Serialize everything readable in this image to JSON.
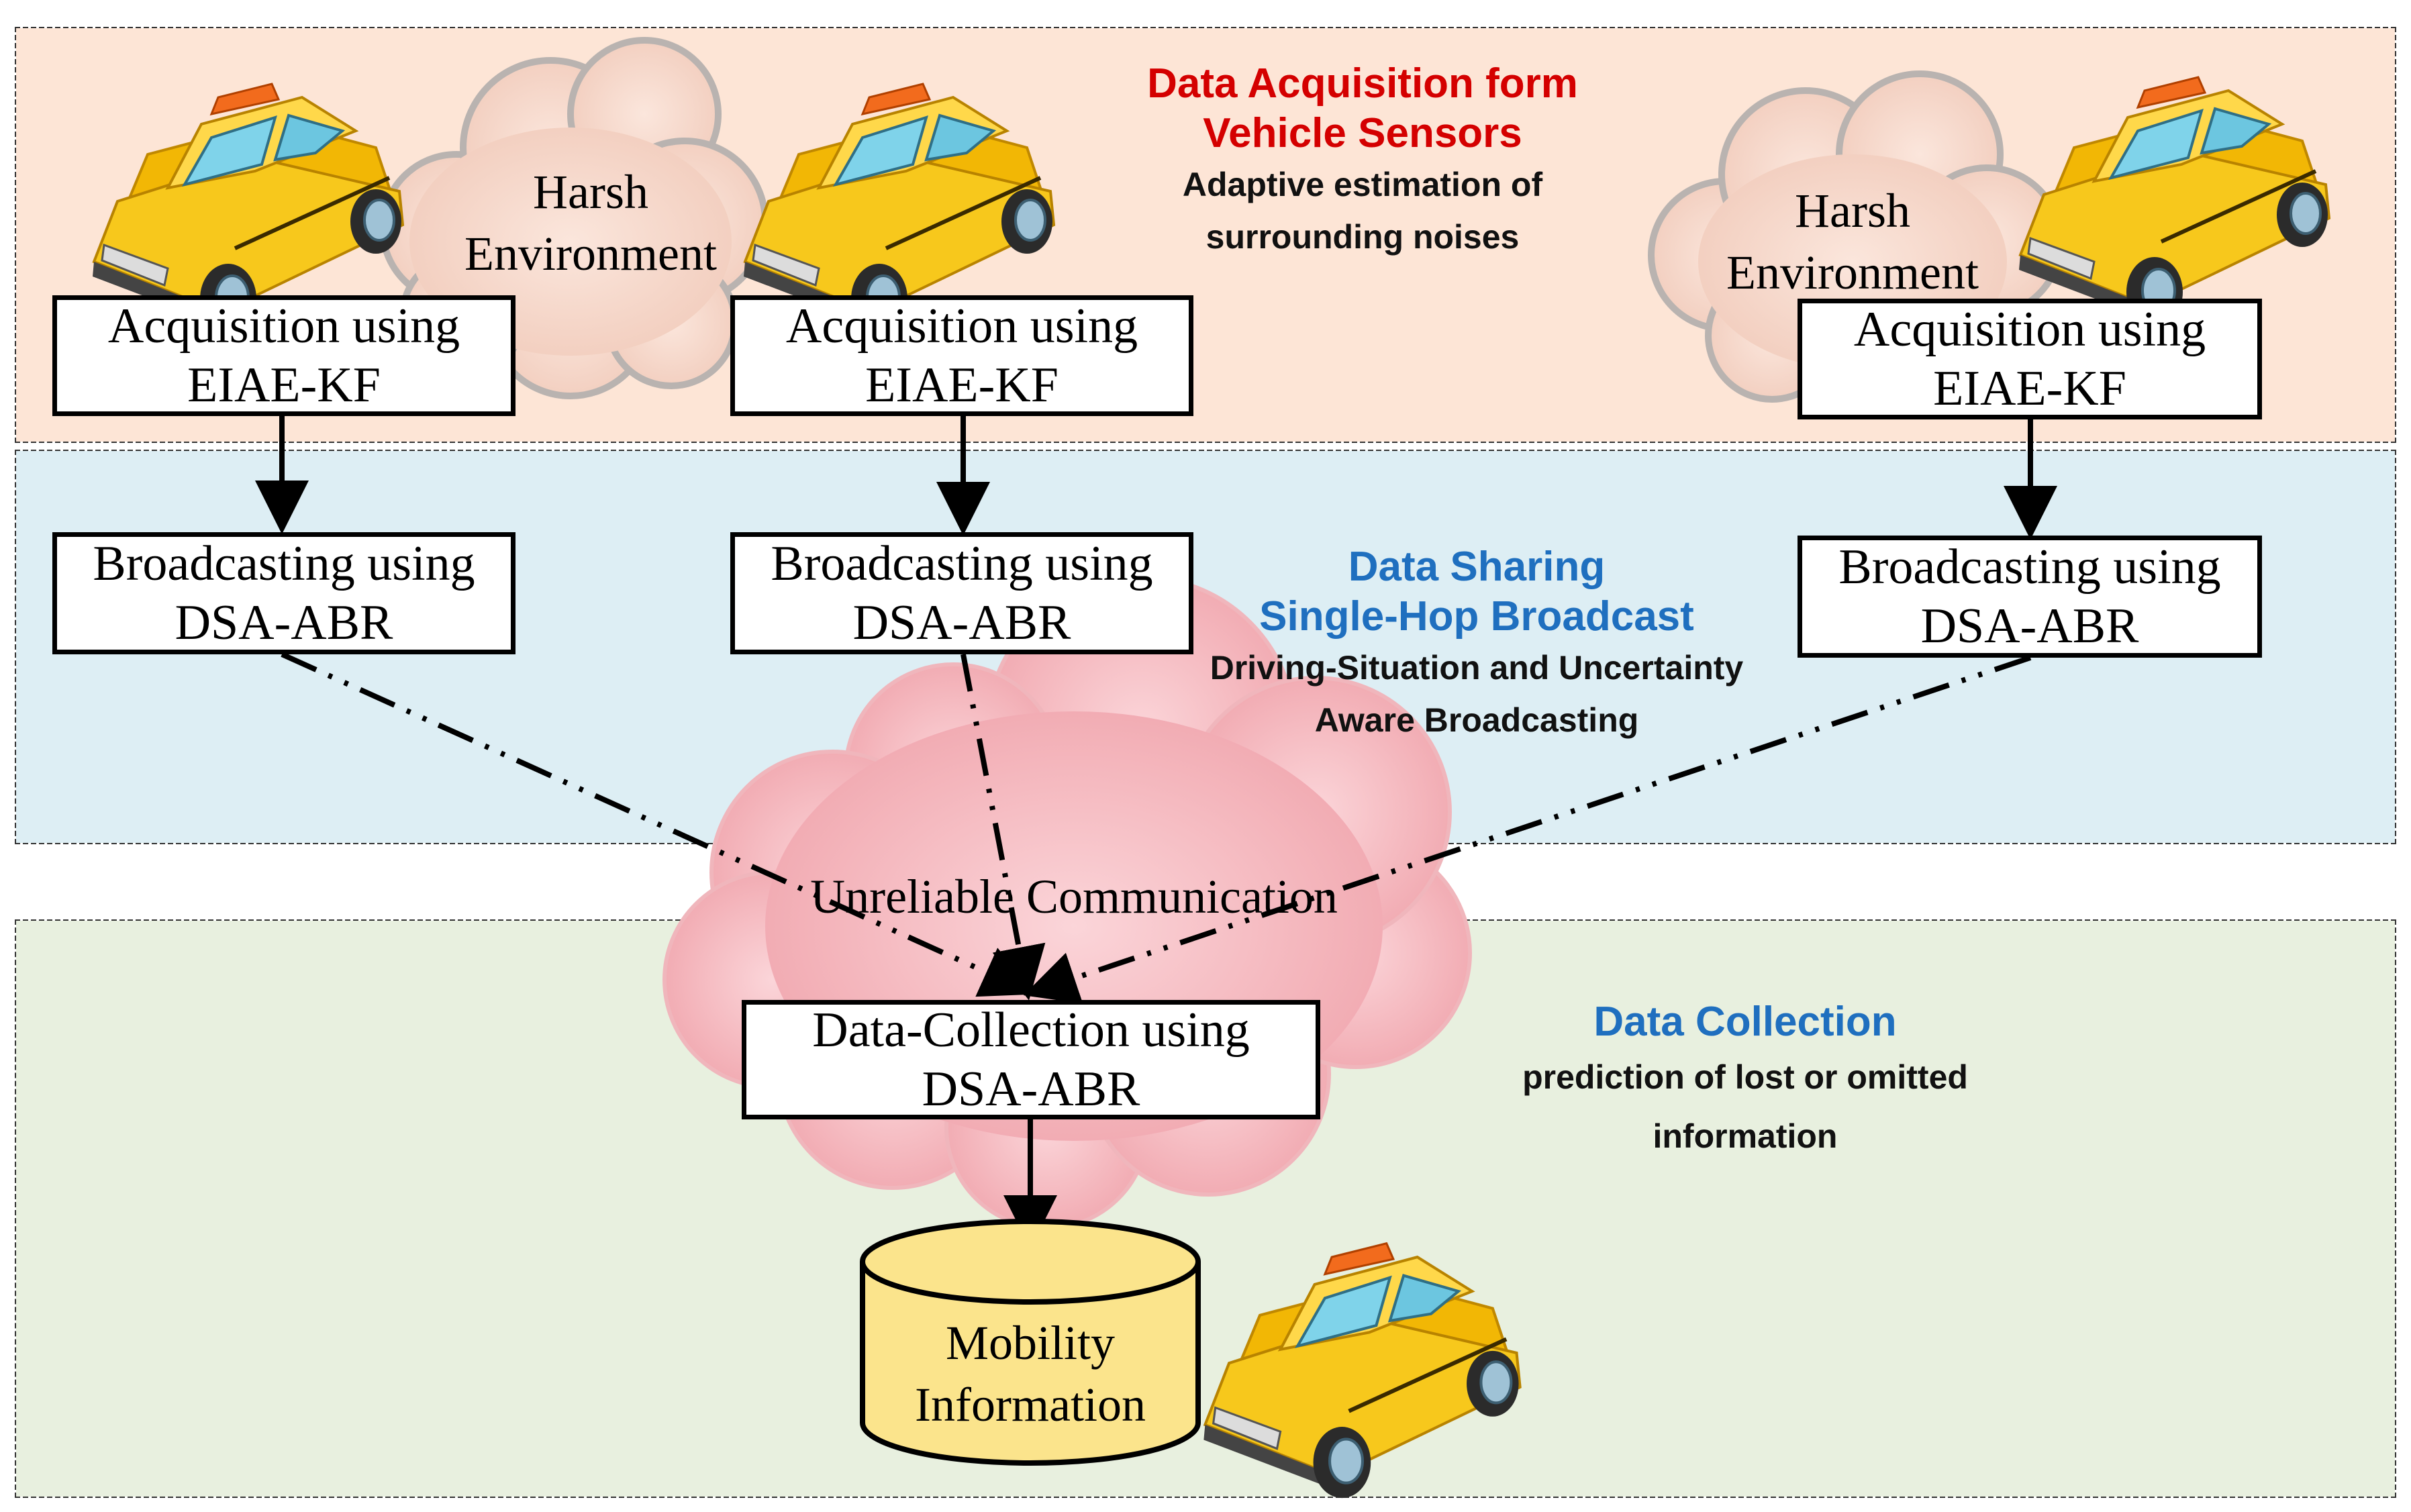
{
  "colors": {
    "acquisition_band": "#fde5d6",
    "sharing_band": "#ddeef4",
    "collection_band": "#e8f0df",
    "red_heading": "#d40000",
    "blue_heading": "#1f6fbf",
    "harsh_cloud": "#f6d9cc",
    "unreliable_cloud": "#f4b7bd",
    "taxi_body": "#f5c211",
    "taxi_glass": "#7fd3ea",
    "database_fill": "#fbe48c"
  },
  "sections": {
    "acquisition": {
      "title": [
        "Data Acquisition form",
        "Vehicle Sensors"
      ],
      "subtitle": [
        "Adaptive estimation of",
        "surrounding noises"
      ]
    },
    "sharing": {
      "title": [
        "Data Sharing",
        "Single-Hop Broadcast"
      ],
      "subtitle": [
        "Driving-Situation and Uncertainty",
        "Aware Broadcasting"
      ]
    },
    "collection": {
      "title": [
        "Data Collection"
      ],
      "subtitle": [
        "prediction of lost or omitted",
        "information"
      ]
    }
  },
  "clouds": {
    "harsh_left": [
      "Harsh",
      "Environment"
    ],
    "harsh_right": [
      "Harsh",
      "Environment"
    ],
    "unreliable": "Unreliable Communication"
  },
  "nodes": {
    "acquisition": [
      [
        "Acquisition using",
        "EIAE-KF"
      ],
      [
        "Acquisition using",
        "EIAE-KF"
      ],
      [
        "Acquisition using",
        "EIAE-KF"
      ]
    ],
    "broadcasting": [
      [
        "Broadcasting using",
        "DSA-ABR"
      ],
      [
        "Broadcasting using",
        "DSA-ABR"
      ],
      [
        "Broadcasting using",
        "DSA-ABR"
      ]
    ],
    "collection": [
      "Data-Collection using",
      "DSA-ABR"
    ],
    "database": [
      "Mobility",
      "Information"
    ]
  },
  "icons": {
    "vehicle": "taxi-icon",
    "storage": "database-icon",
    "environment": "cloud-icon"
  }
}
